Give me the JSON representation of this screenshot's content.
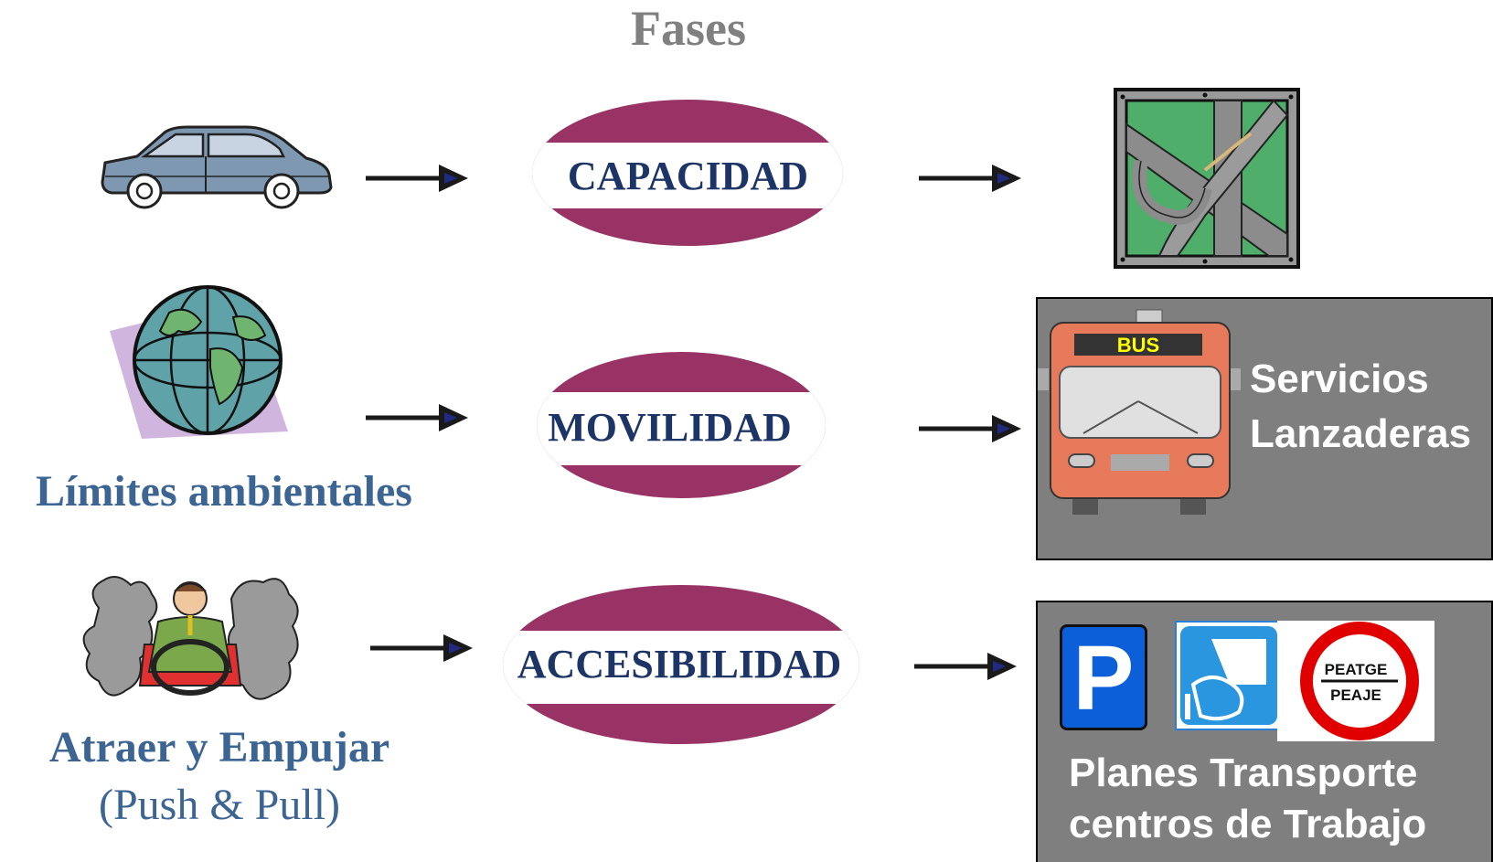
{
  "title": "Fases",
  "phases": [
    {
      "label": "CAPACIDAD"
    },
    {
      "label": "MOVILIDAD"
    },
    {
      "label": "ACCESIBILIDAD"
    }
  ],
  "captions": {
    "limites": "Límites ambientales",
    "atraer": "Atraer y Empujar",
    "push_pull": "(Push & Pull)"
  },
  "panels": {
    "bus": {
      "line1": "Servicios",
      "line2": "Lanzaderas",
      "sign": "BUS"
    },
    "plans": {
      "line1": "Planes Transporte",
      "line2": "centros de Trabajo",
      "parking": "P",
      "toll_top": "PEATGE",
      "toll_bottom": "PEAJE"
    }
  },
  "colors": {
    "ellipse": "#993366",
    "phase_text": "#1d3566",
    "caption_text": "#3d6594",
    "title": "#808080",
    "panel_bg": "#7f7f7f",
    "arrow": "#1a1a1a"
  },
  "icons": [
    "car-icon",
    "globe-icon",
    "stressed-driver-icon",
    "highway-interchange-icon",
    "bus-icon",
    "parking-sign-icon",
    "payment-hand-icon",
    "toll-sign-icon"
  ]
}
